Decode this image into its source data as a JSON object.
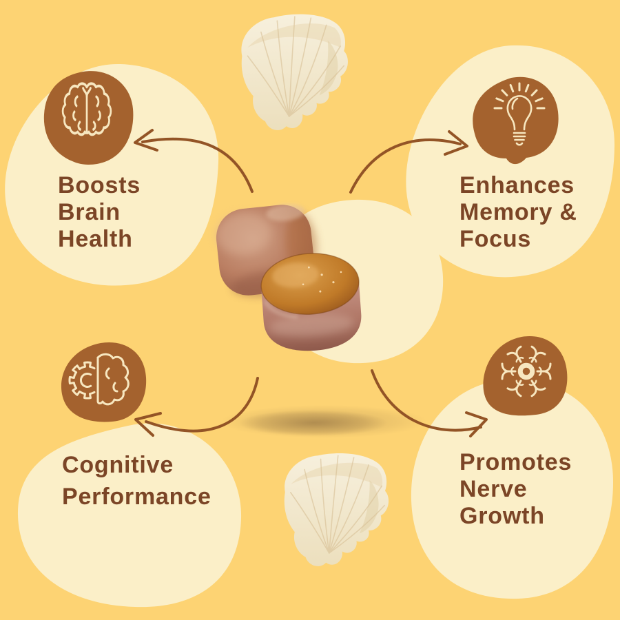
{
  "page": {
    "background_color": "#FDD373",
    "blob_cream_color": "#FBEFC8",
    "icon_blob_color": "#A4622E",
    "icon_line_color": "#F7E7C0",
    "text_color": "#7B4526",
    "arrow_color": "#935426"
  },
  "benefits": [
    {
      "position": "top-left",
      "icon": "brain-icon",
      "label": "Boosts Brain Health",
      "lines": [
        "Boosts",
        "Brain",
        "Health"
      ]
    },
    {
      "position": "top-right",
      "icon": "lightbulb-icon",
      "label": "Enhances Memory & Focus",
      "lines": [
        "Enhances",
        "Memory &",
        "Focus"
      ]
    },
    {
      "position": "bottom-left",
      "icon": "gear-brain-icon",
      "label": "Cognitive Performance",
      "lines": [
        "Cognitive",
        "Performance"
      ]
    },
    {
      "position": "bottom-right",
      "icon": "neuron-icon",
      "label": "Promotes Nerve Growth",
      "lines": [
        "Promotes",
        "Nerve",
        "Growth"
      ]
    }
  ],
  "images": {
    "center": "mushroom-gummies",
    "top": "lions-mane-mushroom-slice",
    "bottom": "lions-mane-mushroom-slice"
  }
}
